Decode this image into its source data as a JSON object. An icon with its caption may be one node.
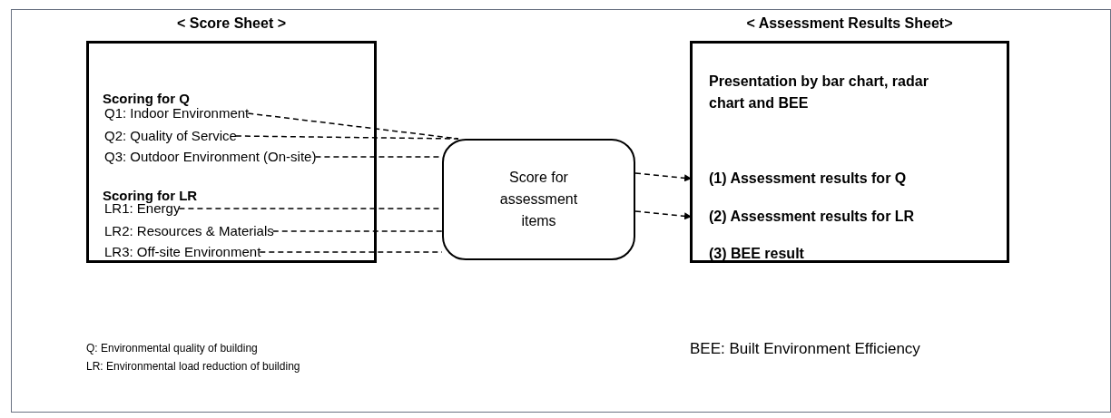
{
  "diagram": {
    "nodes": [
      {
        "text": [
          "< Score Sheet >",
          "Scoring for Q",
          "Scoring for LR"
        ]
      },
      {
        "text": [
          "Q1: Indoor Environment"
        ],
        "in": 0
      },
      {
        "text": [
          "Q2: Quality of Service"
        ],
        "in": 0
      },
      {
        "text": [
          "Q3: Outdoor Environment (On-site)"
        ],
        "in": 0
      },
      {
        "text": [
          "LR1: Energy"
        ],
        "in": 0
      },
      {
        "text": [
          "LR2: Resources & Materials"
        ],
        "in": 0
      },
      {
        "text": [
          "LR3: Off-site Environment"
        ],
        "in": 0
      },
      {
        "text": [
          "Score for assessment items"
        ]
      },
      {
        "text": [
          "< Assessment Results Sheet>",
          "Presentation by bar chart, radar chart and BEE"
        ]
      },
      {
        "text": [
          "(1) Assessment results for Q"
        ],
        "in": 8
      },
      {
        "text": [
          "(2) Assessment results for LR"
        ],
        "in": 8
      },
      {
        "text": [
          "(3) BEE result"
        ],
        "in": 8
      }
    ],
    "edges": [
      {
        "from": 1,
        "to": 7,
        "arrow": "none",
        "style": "dashed"
      },
      {
        "from": 2,
        "to": 7,
        "arrow": "none",
        "style": "dashed"
      },
      {
        "from": 3,
        "to": 7,
        "arrow": "none",
        "style": "dashed"
      },
      {
        "from": 4,
        "to": 7,
        "arrow": "none",
        "style": "dashed"
      },
      {
        "from": 5,
        "to": 7,
        "arrow": "none",
        "style": "dashed"
      },
      {
        "from": 6,
        "to": 7,
        "arrow": "none",
        "style": "dashed"
      },
      {
        "from": 7,
        "to": 9,
        "arrow": "to",
        "style": "dashed"
      },
      {
        "from": 7,
        "to": 10,
        "arrow": "to",
        "style": "dashed"
      }
    ],
    "labels": [
      "Q: Environmental quality of building",
      "LR: Environmental load reduction of building",
      "BEE: Built Environment Efficiency"
    ]
  }
}
